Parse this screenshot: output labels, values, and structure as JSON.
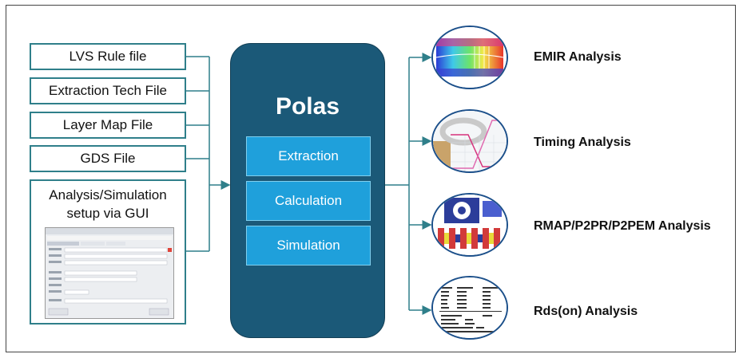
{
  "inputs": {
    "lvs": "LVS Rule file",
    "tech": "Extraction Tech File",
    "layer_map": "Layer Map File",
    "gds": "GDS File",
    "gui_setup": "Analysis/Simulation setup via GUI"
  },
  "engine": {
    "title": "Polas",
    "stages": [
      "Extraction",
      "Calculation",
      "Simulation"
    ]
  },
  "outputs": [
    "EMIR Analysis",
    "Timing Analysis",
    "RMAP/P2PR/P2PEM Analysis",
    "Rds(on) Analysis"
  ],
  "colors": {
    "engine_fill": "#1b5978",
    "stage_fill": "#1fa0db",
    "connector": "#2f7f8a",
    "circle_border": "#1b4f8a"
  }
}
